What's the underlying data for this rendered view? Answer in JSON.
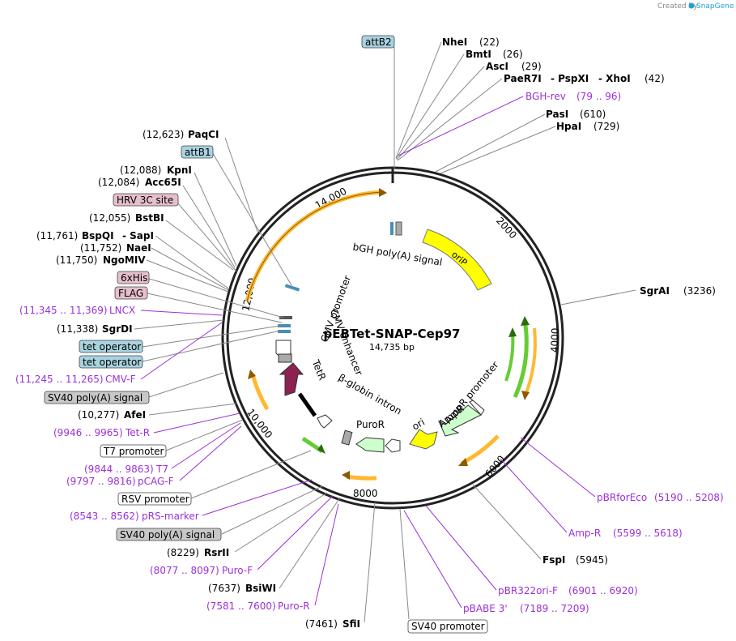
{
  "header": {
    "created_by": "Created by",
    "app": "SnapGene"
  },
  "plasmid": {
    "name": "pEBTet-SNAP-Cep97",
    "size": "14,735 bp",
    "length": 14735
  },
  "ticks": [
    "2000",
    "4000",
    "6000",
    "8000",
    "10,000",
    "12,000",
    "14,000"
  ],
  "feature_labels": {
    "bgh_polya": "bGH poly(A) signal",
    "orip": "oriP",
    "cmv_promoter": "CMV promoter",
    "cmv_enhancer": "CMV enhancer",
    "tetr": "TetR",
    "bglobin": "β-globin intron",
    "puror": "PuroR",
    "ori": "ori",
    "ampr": "AmpR",
    "ampr_promoter": "AmpR promoter"
  },
  "sites_right": [
    {
      "name": "attB2",
      "pos": "",
      "kind": "blue"
    },
    {
      "name": "NheI",
      "pos": "(22)",
      "kind": "enzyme"
    },
    {
      "name": "BmtI",
      "pos": "(26)",
      "kind": "enzyme"
    },
    {
      "name": "AscI",
      "pos": "(29)",
      "kind": "enzyme"
    },
    {
      "name": "PaeR7I",
      "pos": "(42)",
      "kind": "enzyme",
      "extra": [
        "- PspXI",
        "- XhoI"
      ]
    },
    {
      "name": "BGH-rev",
      "pos": "(79 .. 96)",
      "kind": "primer"
    },
    {
      "name": "PasI",
      "pos": "(610)",
      "kind": "enzyme"
    },
    {
      "name": "HpaI",
      "pos": "(729)",
      "kind": "enzyme"
    },
    {
      "name": "SgrAI",
      "pos": "(3236)",
      "kind": "enzyme"
    },
    {
      "name": "pBRforEco",
      "pos": "(5190 .. 5208)",
      "kind": "primer"
    },
    {
      "name": "Amp-R",
      "pos": "(5599 .. 5618)",
      "kind": "primer"
    },
    {
      "name": "FspI",
      "pos": "(5945)",
      "kind": "enzyme"
    },
    {
      "name": "pBR322ori-F",
      "pos": "(6901 .. 6920)",
      "kind": "primer"
    },
    {
      "name": "pBABE 3'",
      "pos": "(7189 .. 7209)",
      "kind": "primer"
    },
    {
      "name": "SV40 promoter",
      "pos": "",
      "kind": "white"
    }
  ],
  "sites_left": [
    {
      "name": "PaqCI",
      "pos": "(12,623)",
      "kind": "enzyme"
    },
    {
      "name": "attB1",
      "pos": "",
      "kind": "blue"
    },
    {
      "name": "KpnI",
      "pos": "(12,088)",
      "kind": "enzyme"
    },
    {
      "name": "Acc65I",
      "pos": "(12,084)",
      "kind": "enzyme"
    },
    {
      "name": "HRV 3C site",
      "pos": "",
      "kind": "pink"
    },
    {
      "name": "BstBI",
      "pos": "(12,055)",
      "kind": "enzyme"
    },
    {
      "name": "BspQI",
      "pos": "(11,761)",
      "kind": "enzyme",
      "extra": [
        "- SapI"
      ]
    },
    {
      "name": "NaeI",
      "pos": "(11,752)",
      "kind": "enzyme"
    },
    {
      "name": "NgoMIV",
      "pos": "(11,750)",
      "kind": "enzyme"
    },
    {
      "name": "6xHis",
      "pos": "",
      "kind": "pink"
    },
    {
      "name": "FLAG",
      "pos": "",
      "kind": "pink"
    },
    {
      "name": "LNCX",
      "pos": "(11,345 .. 11,369)",
      "kind": "primer"
    },
    {
      "name": "SgrDI",
      "pos": "(11,338)",
      "kind": "enzyme"
    },
    {
      "name": "tet operator",
      "pos": "",
      "kind": "blue"
    },
    {
      "name": "tet operator",
      "pos": "",
      "kind": "blue"
    },
    {
      "name": "CMV-F",
      "pos": "(11,245 .. 11,265)",
      "kind": "primer"
    },
    {
      "name": "SV40 poly(A) signal",
      "pos": "",
      "kind": "grey"
    },
    {
      "name": "AfeI",
      "pos": "(10,277)",
      "kind": "enzyme"
    },
    {
      "name": "Tet-R",
      "pos": "(9946 .. 9965)",
      "kind": "primer"
    },
    {
      "name": "T7 promoter",
      "pos": "",
      "kind": "white"
    },
    {
      "name": "T7",
      "pos": "(9844 .. 9863)",
      "kind": "primer"
    },
    {
      "name": "pCAG-F",
      "pos": "(9797 .. 9816)",
      "kind": "primer"
    },
    {
      "name": "RSV promoter",
      "pos": "",
      "kind": "white"
    },
    {
      "name": "pRS-marker",
      "pos": "(8543 .. 8562)",
      "kind": "primer"
    },
    {
      "name": "SV40 poly(A) signal",
      "pos": "",
      "kind": "grey"
    },
    {
      "name": "RsrII",
      "pos": "(8229)",
      "kind": "enzyme"
    },
    {
      "name": "Puro-F",
      "pos": "(8077 .. 8097)",
      "kind": "primer"
    },
    {
      "name": "BsiWI",
      "pos": "(7637)",
      "kind": "enzyme"
    },
    {
      "name": "Puro-R",
      "pos": "(7581 .. 7600)",
      "kind": "primer"
    },
    {
      "name": "SfiI",
      "pos": "(7461)",
      "kind": "enzyme"
    }
  ],
  "colors": {
    "backbone": "#222222",
    "orip": "#ffff00",
    "green_feature": "#66cc33",
    "orange_feature": "#ffb833",
    "tetr": "#8b2252",
    "puror": "#ccffcc",
    "primer": "#9b30d9",
    "blue_box": "#a8d3e0",
    "pink_box": "#e6bfcc",
    "grey_box": "#c8c8c8"
  }
}
